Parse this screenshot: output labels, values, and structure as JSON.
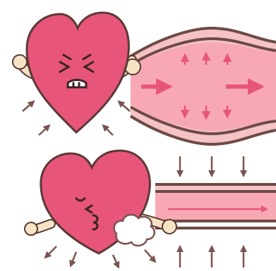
{
  "illustration": {
    "panels": [
      {
        "state": "contraction",
        "character": "heart-straining",
        "vessel": "artery-bulging"
      },
      {
        "state": "relaxation",
        "character": "heart-exhaling",
        "vessel": "artery-straight"
      }
    ],
    "colors": {
      "heart_fill": "#e8557a",
      "heart_stroke": "#5a3a35",
      "vessel_wall": "#6e4a44",
      "vessel_inner": "#f5c3c6",
      "vessel_lumen": "#f7a8b4",
      "flow_arrow": "#e8557a",
      "arrow_dark": "#7a5450",
      "arm_fill": "#f6e3c4",
      "puff_fill": "#ffffff"
    }
  }
}
